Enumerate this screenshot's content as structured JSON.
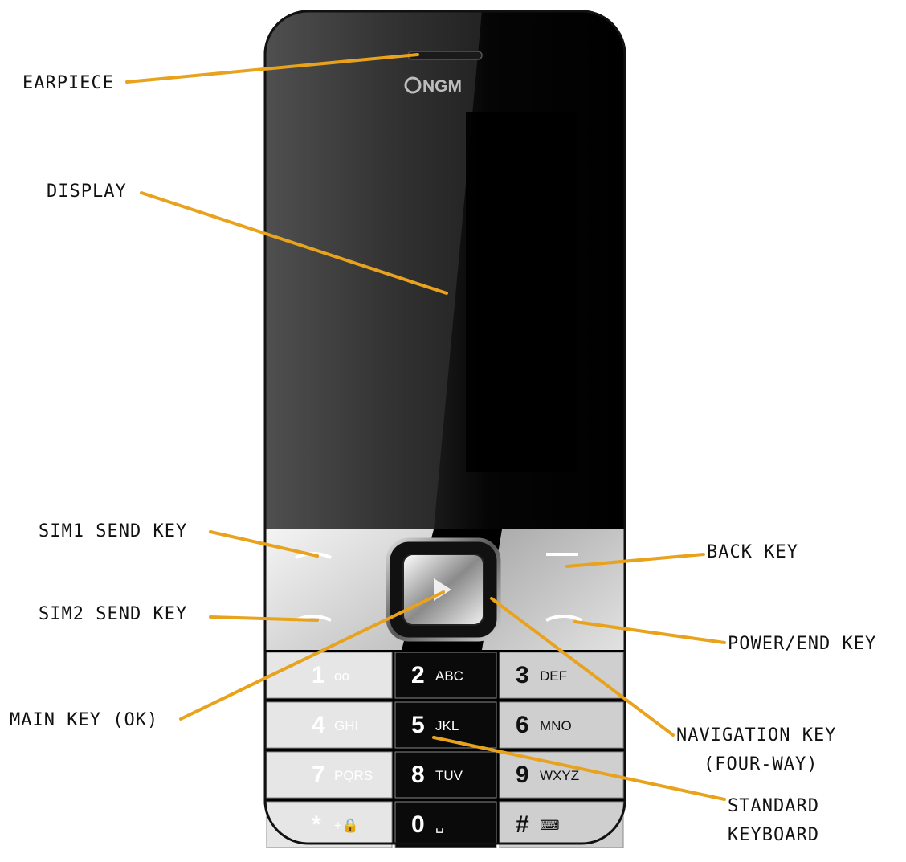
{
  "brand": "NGM",
  "labels": {
    "earpiece": "EARPIECE",
    "display": "DISPLAY",
    "sim1_send_key": "SIM1 SEND KEY",
    "sim2_send_key": "SIM2 SEND KEY",
    "main_key": "MAIN KEY (OK)",
    "back_key": "BACK KEY",
    "power_end_key": "POWER/END KEY",
    "navigation_key_line1": "NAVIGATION KEY",
    "navigation_key_line2": "(FOUR-WAY)",
    "standard_keyboard_line1": "STANDARD",
    "standard_keyboard_line2": "KEYBOARD"
  },
  "keypad": [
    [
      {
        "main": "1",
        "sub": "oo"
      },
      {
        "main": "2",
        "sub": "ABC"
      },
      {
        "main": "3",
        "sub": "DEF"
      }
    ],
    [
      {
        "main": "4",
        "sub": "GHI"
      },
      {
        "main": "5",
        "sub": "JKL"
      },
      {
        "main": "6",
        "sub": "MNO"
      }
    ],
    [
      {
        "main": "7",
        "sub": "PQRS"
      },
      {
        "main": "8",
        "sub": "TUV"
      },
      {
        "main": "9",
        "sub": "WXYZ"
      }
    ],
    [
      {
        "main": "*",
        "sub": "+🔒"
      },
      {
        "main": "0",
        "sub": "␣"
      },
      {
        "main": "#",
        "sub": "⌨"
      }
    ]
  ],
  "colors": {
    "leader_line": "#e8a21c",
    "phone_body": "#000000",
    "key_silver": "#d9d9d9"
  }
}
